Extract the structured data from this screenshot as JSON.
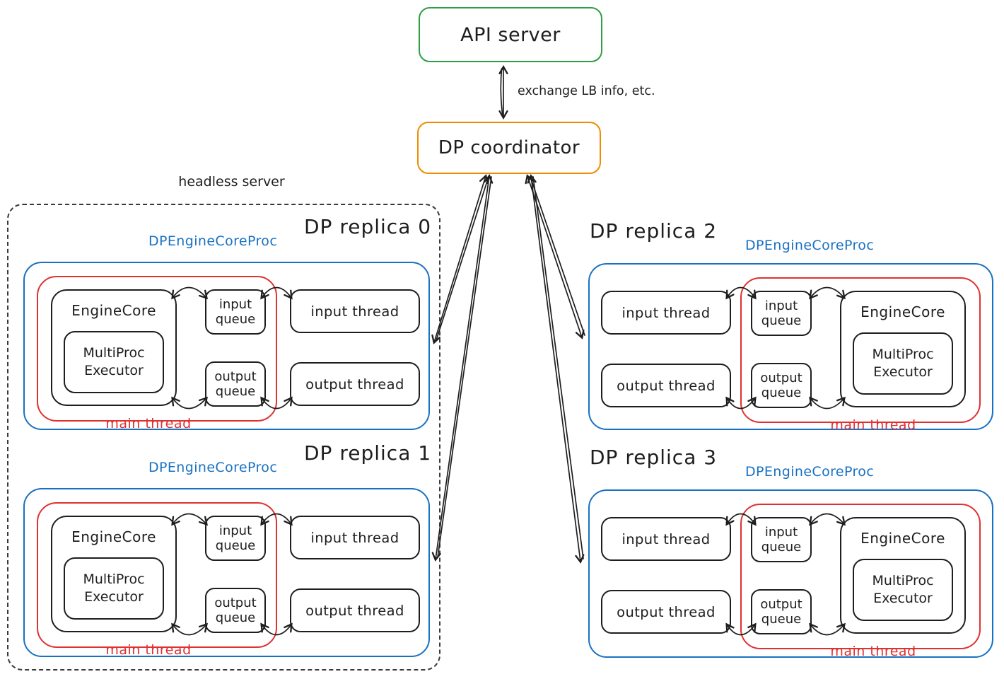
{
  "diagram": {
    "api_server": "API server",
    "coordinator": "DP coordinator",
    "exchange_note": "exchange LB info, etc.",
    "headless_server": "headless server"
  },
  "colors": {
    "green": "#2f9e44",
    "orange": "#f08c00",
    "blue": "#1971c2",
    "red": "#e03131",
    "ink": "#1e1e1e"
  },
  "replicas": [
    {
      "title": "DP replica 0",
      "proc_label": "DPEngineCoreProc",
      "engine_core": "EngineCore",
      "executor": "MultiProc\nExecutor",
      "input_queue": "input\nqueue",
      "output_queue": "output\nqueue",
      "input_thread": "input thread",
      "output_thread": "output thread",
      "main_thread": "main thread"
    },
    {
      "title": "DP replica 1",
      "proc_label": "DPEngineCoreProc",
      "engine_core": "EngineCore",
      "executor": "MultiProc\nExecutor",
      "input_queue": "input\nqueue",
      "output_queue": "output\nqueue",
      "input_thread": "input thread",
      "output_thread": "output thread",
      "main_thread": "main thread"
    },
    {
      "title": "DP replica 2",
      "proc_label": "DPEngineCoreProc",
      "engine_core": "EngineCore",
      "executor": "MultiProc\nExecutor",
      "input_queue": "input\nqueue",
      "output_queue": "output\nqueue",
      "input_thread": "input thread",
      "output_thread": "output thread",
      "main_thread": "main thread"
    },
    {
      "title": "DP replica 3",
      "proc_label": "DPEngineCoreProc",
      "engine_core": "EngineCore",
      "executor": "MultiProc\nExecutor",
      "input_queue": "input\nqueue",
      "output_queue": "output\nqueue",
      "input_thread": "input thread",
      "output_thread": "output thread",
      "main_thread": "main thread"
    }
  ]
}
